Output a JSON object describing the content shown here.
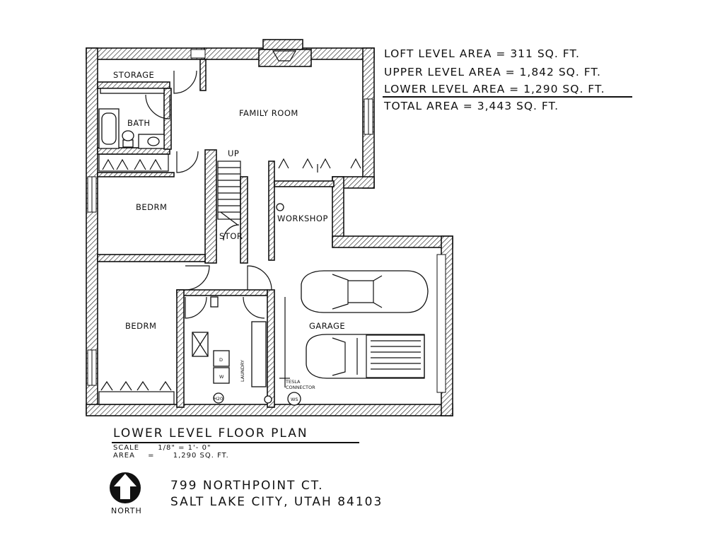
{
  "area_summary": {
    "loft": "LOFT LEVEL AREA = 311 SQ. FT.",
    "upper": "UPPER LEVEL AREA = 1,842 SQ. FT.",
    "lower": "LOWER LEVEL AREA = 1,290 SQ. FT.",
    "total": "TOTAL AREA = 3,443 SQ. FT."
  },
  "rooms": {
    "storage": "STORAGE",
    "bath": "BATH",
    "family_room": "FAMILY ROOM",
    "up": "UP",
    "bedroom_upper": "BEDRM",
    "stor": "STOR",
    "workshop": "WORKSHOP",
    "bedroom_lower": "BEDRM",
    "garage": "GARAGE",
    "laundry": "LAUNDRY",
    "tesla_line1": "TESLA",
    "tesla_line2": "CONNECTOR",
    "ws": "WS",
    "dryer": "D",
    "washer": "W",
    "water_heater": "H20"
  },
  "title_block": {
    "title": "LOWER LEVEL FLOOR PLAN",
    "scale_label": "SCALE",
    "scale_value": "1/8\"   =   1'- 0\"",
    "area_label": "AREA",
    "area_eq": "=",
    "area_value": "1,290 SQ. FT.",
    "address_line1": "799 NORTHPOINT CT.",
    "address_line2": "SALT LAKE CITY, UTAH   84103",
    "north_label": "NORTH"
  }
}
